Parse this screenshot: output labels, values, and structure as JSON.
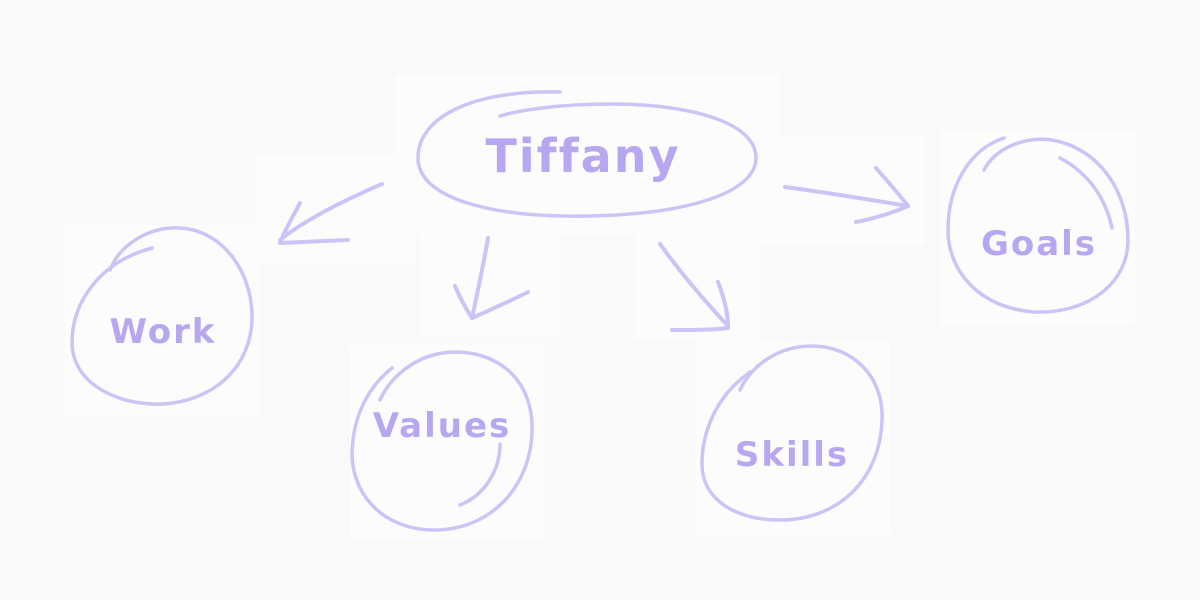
{
  "colors": {
    "background": "#faf9f9",
    "ink": "#cdc3f6",
    "ink_text": "#b7a7f0"
  },
  "diagram": {
    "center": {
      "label": "Tiffany"
    },
    "nodes": [
      {
        "id": "work",
        "label": "Work"
      },
      {
        "id": "values",
        "label": "Values"
      },
      {
        "id": "skills",
        "label": "Skills"
      },
      {
        "id": "goals",
        "label": "Goals"
      }
    ]
  }
}
